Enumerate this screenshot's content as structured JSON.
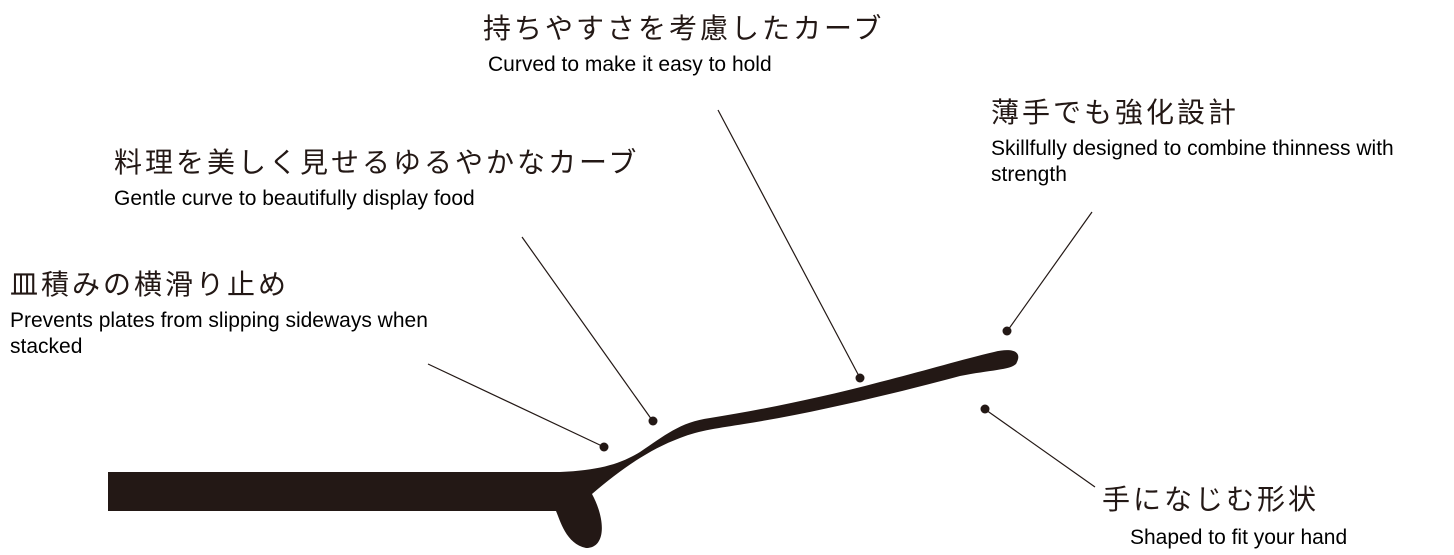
{
  "callouts": {
    "easy_to_hold": {
      "ja": "持ちやすさを考慮したカーブ",
      "en": "Curved to make it easy to hold"
    },
    "display_food": {
      "ja": "料理を美しく見せるゆるやかなカーブ",
      "en": "Gentle curve to beautifully display food"
    },
    "stacking": {
      "ja": "皿積みの横滑り止め",
      "en": "Prevents plates from slipping sideways when stacked"
    },
    "thin_strong": {
      "ja": "薄手でも強化設計",
      "en": "Skillfully designed to combine thinness with strength"
    },
    "fit_hand": {
      "ja": "手になじむ形状",
      "en": "Shaped to fit your hand"
    }
  },
  "colors": {
    "profile_fill": "#231815",
    "leader_line": "#231815",
    "text_ja": "#231815",
    "text_en": "#000000"
  }
}
